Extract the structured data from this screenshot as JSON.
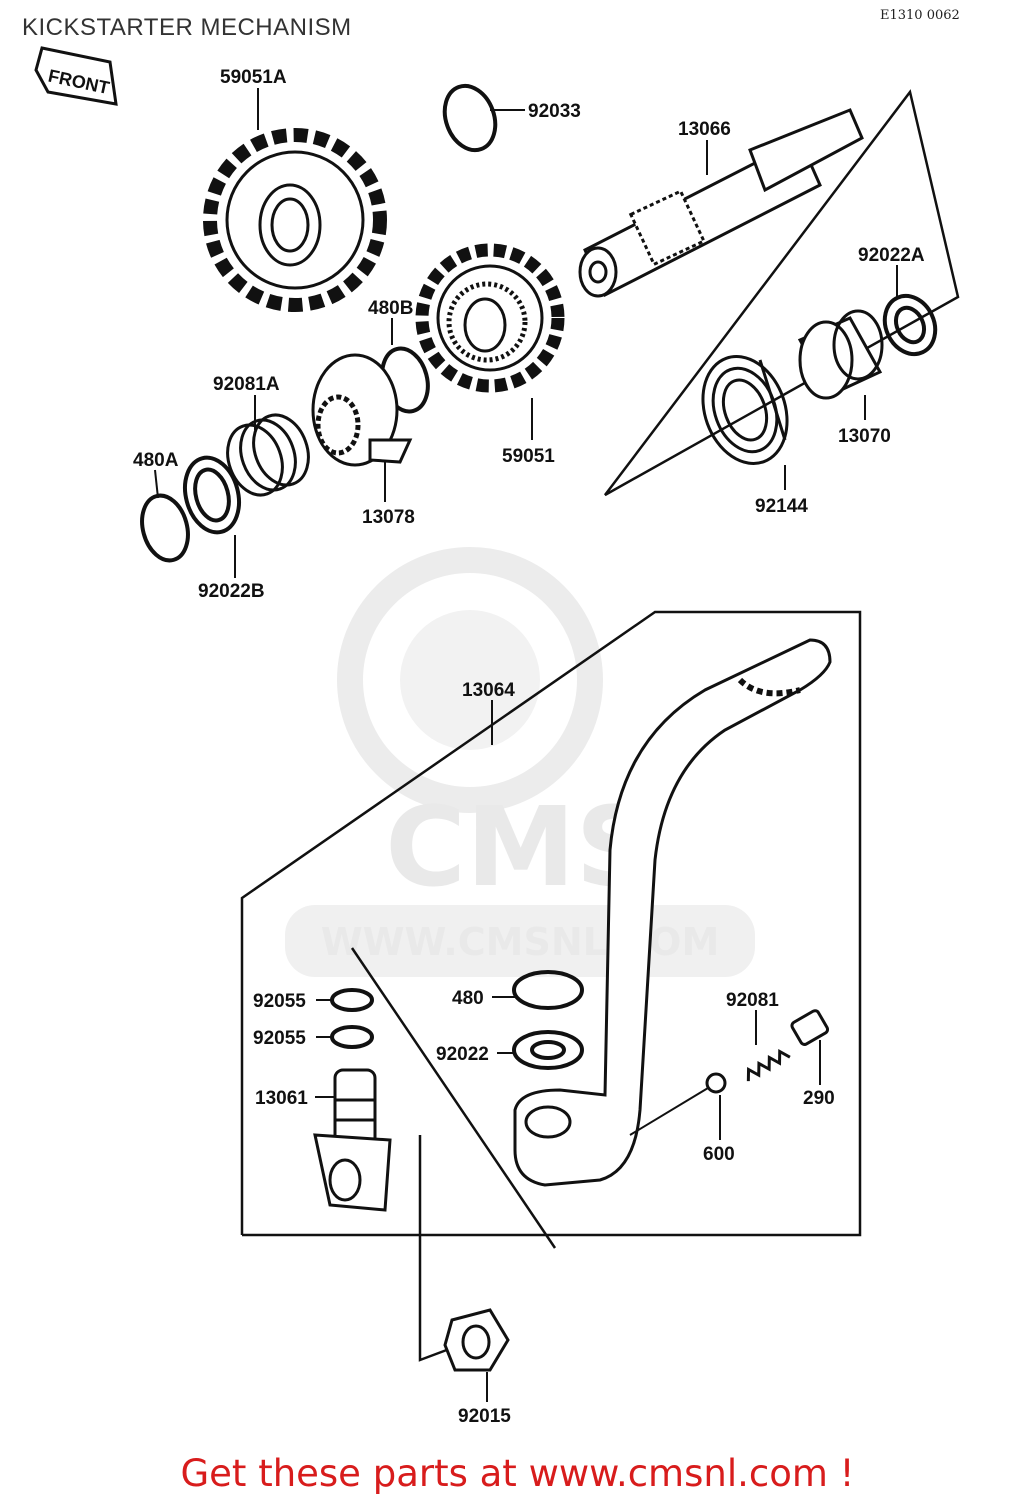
{
  "title": "KICKSTARTER MECHANISM",
  "ref_code": "E1310 0062",
  "front_label": "FRONT",
  "watermark": {
    "brand": "CMS",
    "url": "WWW.CMSNL.COM"
  },
  "cta": "Get these parts at www.cmsnl.com !",
  "parts": [
    {
      "id": "59051A",
      "label": "59051A"
    },
    {
      "id": "92033",
      "label": "92033"
    },
    {
      "id": "13066",
      "label": "13066"
    },
    {
      "id": "92022A",
      "label": "92022A"
    },
    {
      "id": "480B",
      "label": "480B"
    },
    {
      "id": "92081A",
      "label": "92081A"
    },
    {
      "id": "480A",
      "label": "480A"
    },
    {
      "id": "59051",
      "label": "59051"
    },
    {
      "id": "13070",
      "label": "13070"
    },
    {
      "id": "92144",
      "label": "92144"
    },
    {
      "id": "13078",
      "label": "13078"
    },
    {
      "id": "92022B",
      "label": "92022B"
    },
    {
      "id": "13064",
      "label": "13064"
    },
    {
      "id": "92055a",
      "label": "92055"
    },
    {
      "id": "92055b",
      "label": "92055"
    },
    {
      "id": "480",
      "label": "480"
    },
    {
      "id": "92022",
      "label": "92022"
    },
    {
      "id": "92081",
      "label": "92081"
    },
    {
      "id": "13061",
      "label": "13061"
    },
    {
      "id": "290",
      "label": "290"
    },
    {
      "id": "600",
      "label": "600"
    },
    {
      "id": "92015",
      "label": "92015"
    }
  ]
}
